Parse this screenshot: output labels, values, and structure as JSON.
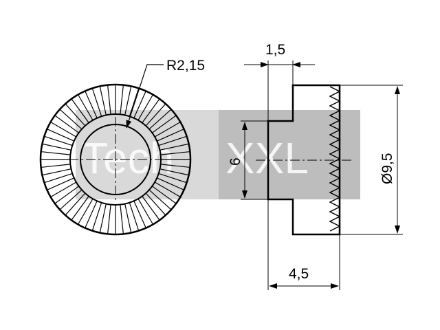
{
  "watermark": {
    "part1": "Tech",
    "part2": "XXL"
  },
  "dimensions": {
    "radius": "R2,15",
    "flange_thickness": "1,5",
    "hub_diameter": "6",
    "outer_diameter": "Ø9,5",
    "total_length": "4,5"
  }
}
